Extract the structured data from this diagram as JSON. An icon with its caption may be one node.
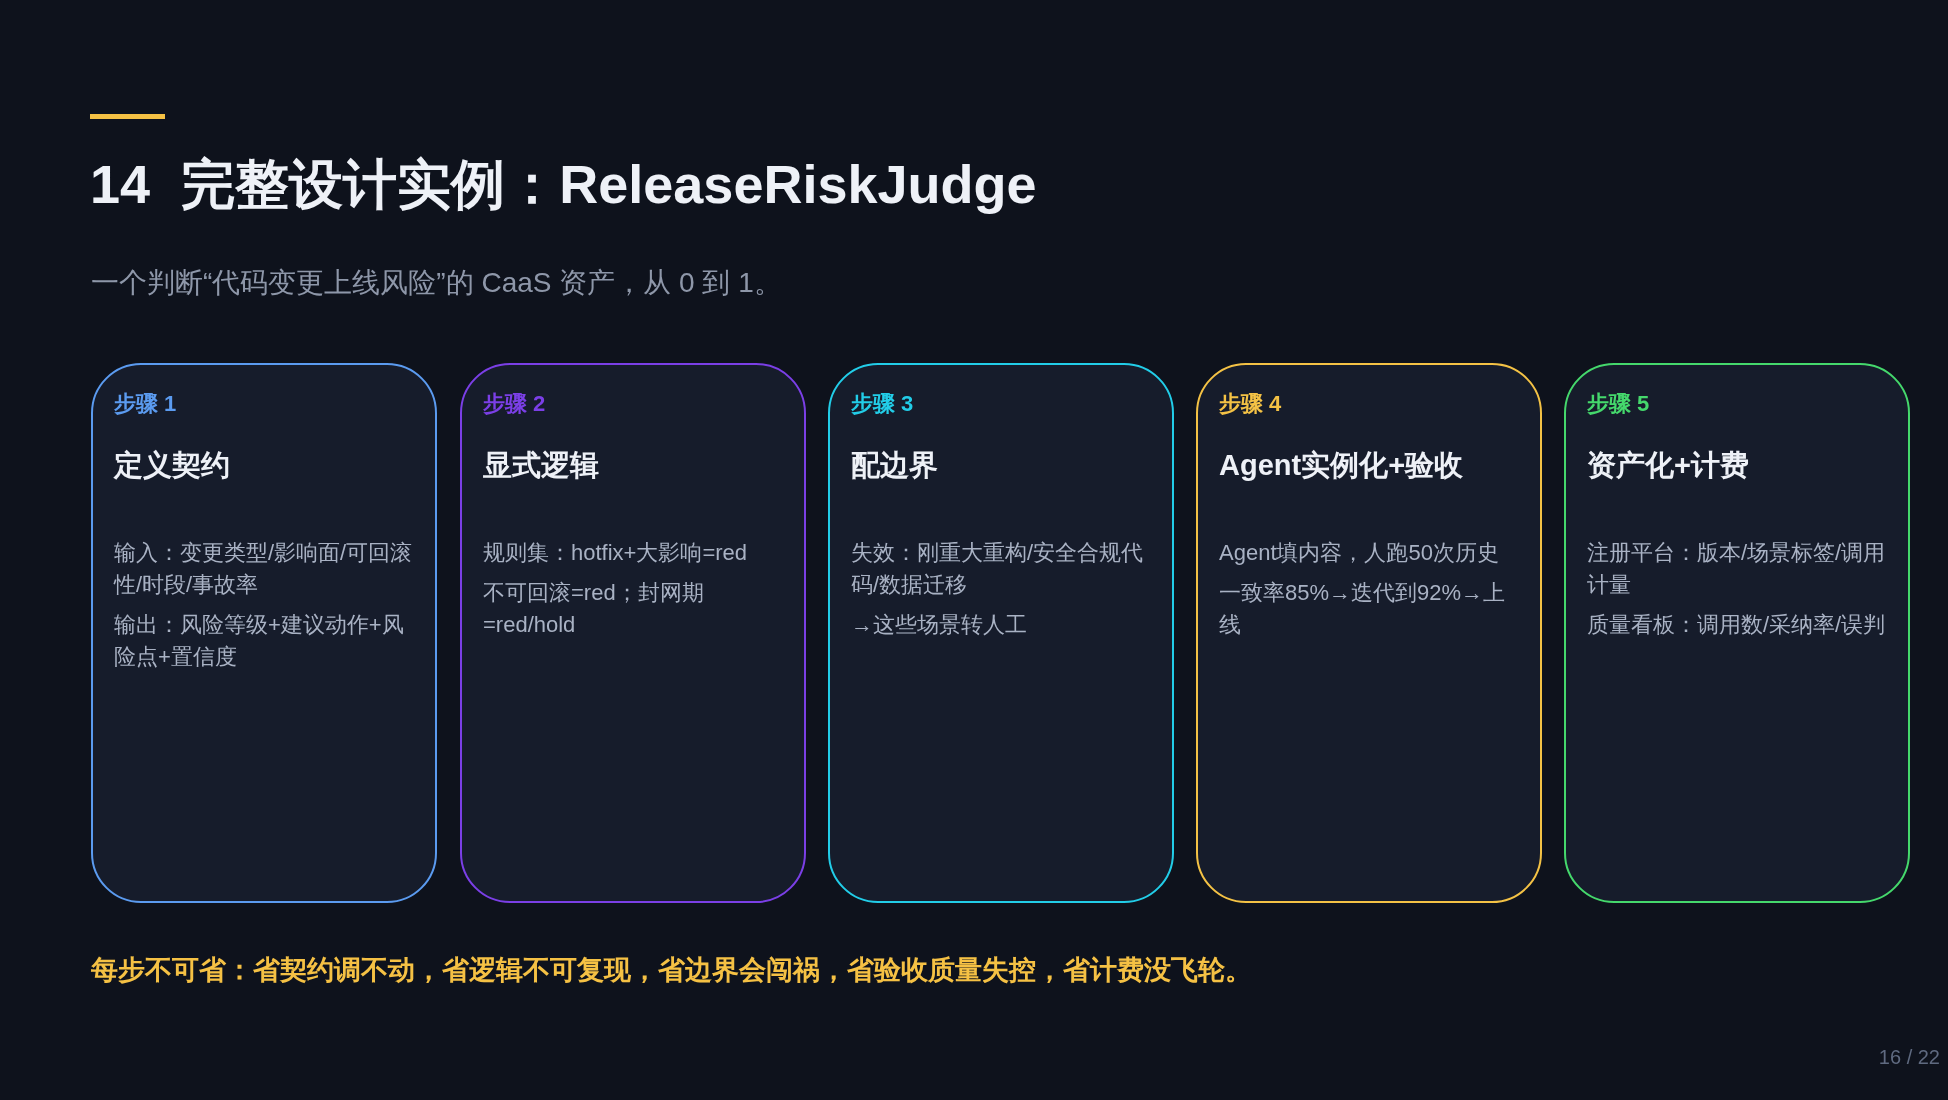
{
  "diagram": {
    "title": "14 完整设计实例：ReleaseRiskJudge",
    "nodes": [
      {
        "text": [
          "步骤 1",
          "定义契约",
          "输入：变更类型/影响面/可回滚性/时段/事故率",
          "输出：风险等级+建议动作+风险点+置信度"
        ]
      },
      {
        "text": [
          "步骤 2",
          "显式逻辑",
          "规则集：hotfix+大影响=red",
          "不可回滚=red；封网期=red/hold"
        ]
      },
      {
        "text": [
          "步骤 3",
          "配边界",
          "失效：刚重大重构/安全合规代码/数据迁移",
          "→这些场景转人工"
        ]
      },
      {
        "text": [
          "步骤 4",
          "Agent实例化+验收",
          "Agent填内容，人跑50次历史",
          "一致率85%→迭代到92%→上线"
        ]
      },
      {
        "text": [
          "步骤 5",
          "资产化+计费",
          "注册平台：版本/场景标签/调用计量",
          "质量看板：调用数/采纳率/误判"
        ]
      }
    ],
    "labels": [
      "一个判断“代码变更上线风险”的 CaaS 资产，从 0 到 1。",
      "每步不可省：省契约调不动，省逻辑不可复现，省边界会闯祸，省验收质量失控，省计费没飞轮。",
      "16 / 22"
    ]
  }
}
